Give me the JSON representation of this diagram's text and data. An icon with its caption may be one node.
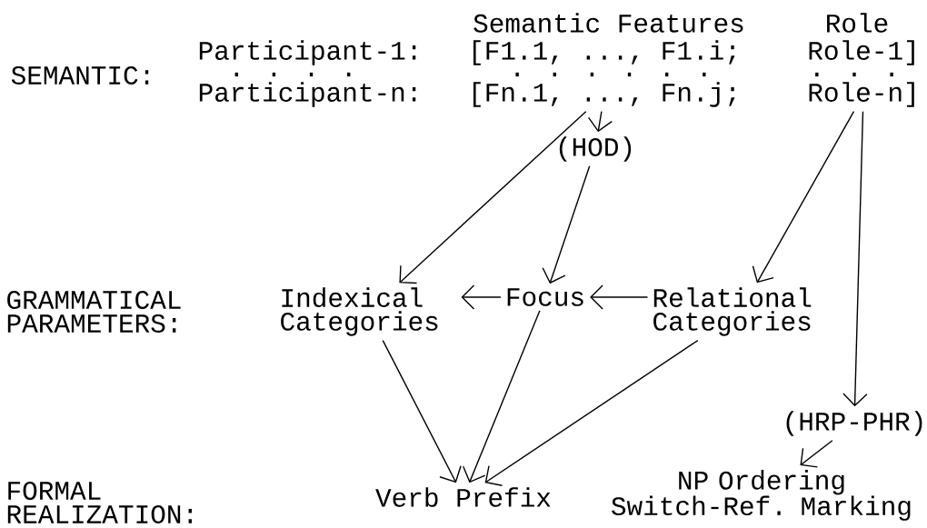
{
  "diagram": {
    "nodes": [
      {
        "text": [
          "[Fn.1, ..., Fn.j;"
        ]
      },
      {
        "text": [
          "Role-n]"
        ]
      },
      {
        "text": [
          "(HOD)"
        ]
      },
      {
        "text": [
          "Indexical Categories"
        ]
      },
      {
        "text": [
          "Focus"
        ]
      },
      {
        "text": [
          "Relational Categories"
        ]
      },
      {
        "text": [
          "(HRP-PHR)"
        ]
      },
      {
        "text": [
          "Verb Prefix"
        ]
      },
      {
        "text": [
          "NP Ordering Switch-Ref. Marking"
        ]
      }
    ],
    "edges": [
      {
        "from": 0,
        "to": 2,
        "arrow": "to"
      },
      {
        "from": 0,
        "to": 3,
        "arrow": "to"
      },
      {
        "from": 2,
        "to": 4,
        "arrow": "to"
      },
      {
        "from": 1,
        "to": 5,
        "arrow": "to"
      },
      {
        "from": 1,
        "to": 6,
        "arrow": "to"
      },
      {
        "from": 4,
        "to": 3,
        "arrow": "to"
      },
      {
        "from": 5,
        "to": 4,
        "arrow": "to"
      },
      {
        "from": 3,
        "to": 7,
        "arrow": "to"
      },
      {
        "from": 4,
        "to": 7,
        "arrow": "to"
      },
      {
        "from": 5,
        "to": 7,
        "arrow": "to"
      },
      {
        "from": 6,
        "to": 8,
        "arrow": "to"
      }
    ],
    "labels": [
      "Semantic Features",
      "Role",
      "Participant-1:",
      "[F1.1, ..., F1.i;",
      "Role-1]",
      "SEMANTIC:",
      ". . . .",
      ". . . . . .",
      ". . .",
      "Participant-n:",
      "GRAMMATICAL PARAMETERS:",
      "FORMAL REALIZATION:"
    ]
  }
}
